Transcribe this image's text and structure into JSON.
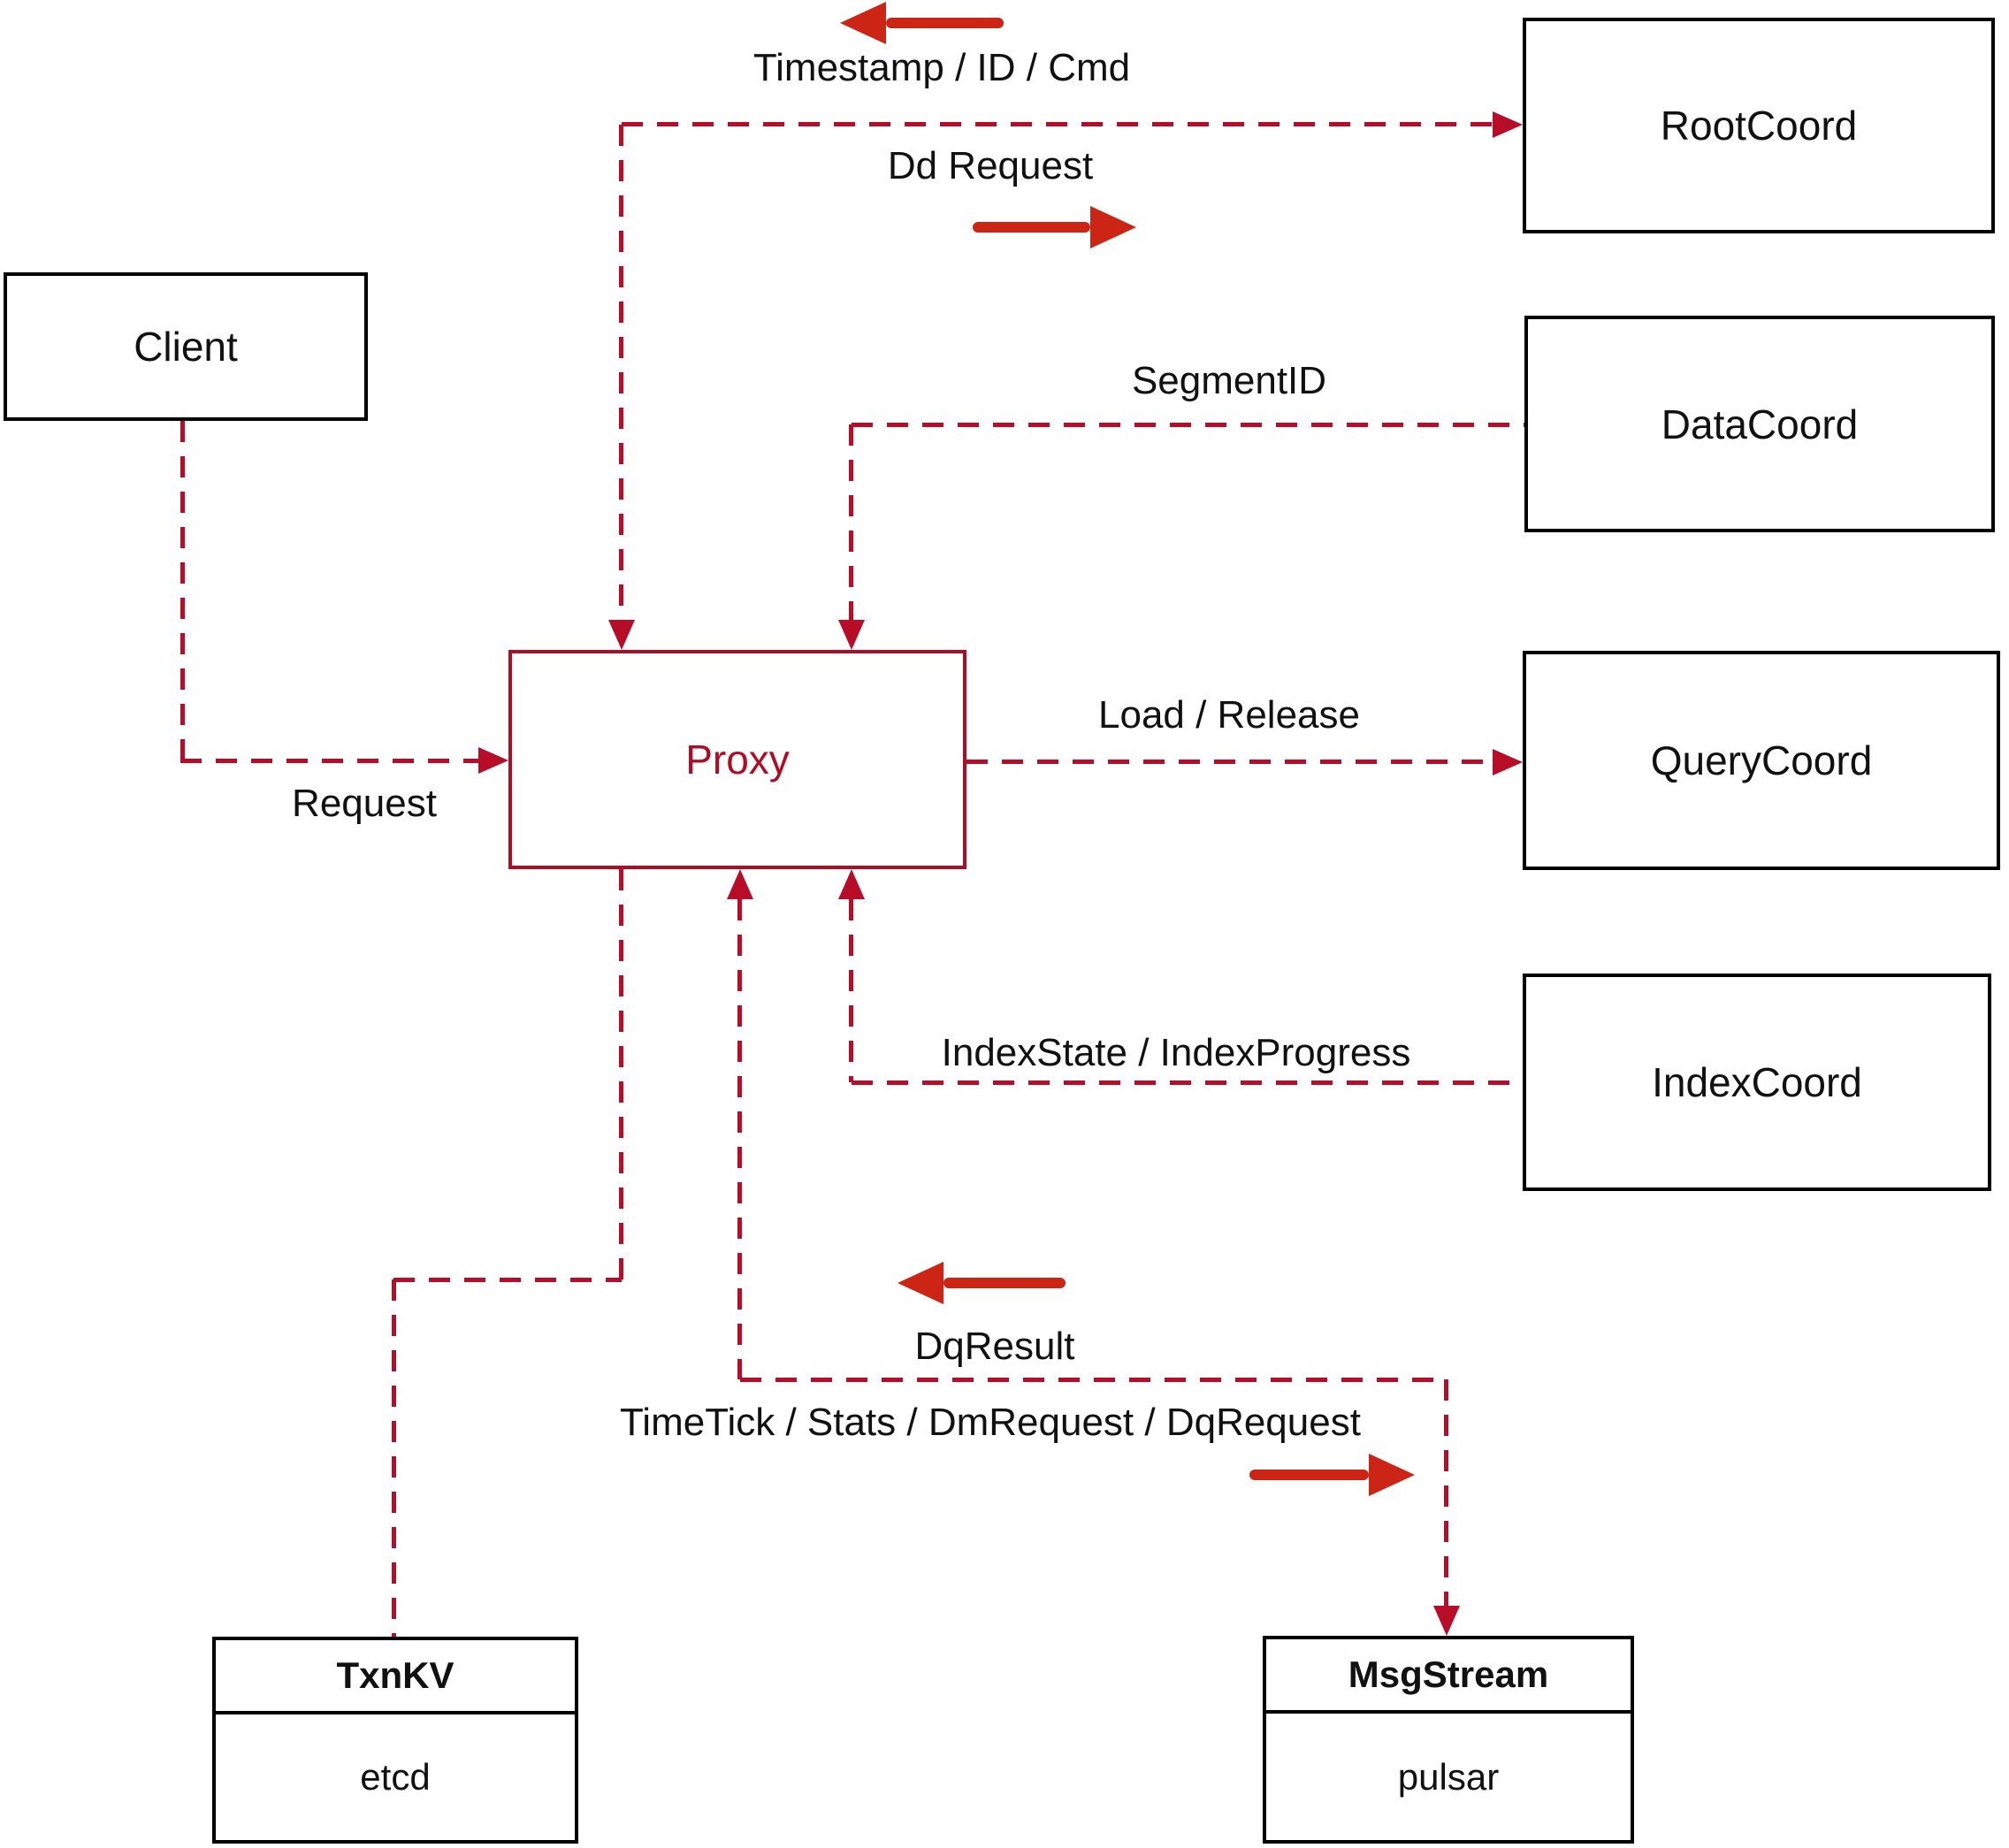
{
  "nodes": {
    "client": {
      "label": "Client"
    },
    "proxy": {
      "label": "Proxy"
    },
    "root_coord": {
      "label": "RootCoord"
    },
    "data_coord": {
      "label": "DataCoord"
    },
    "query_coord": {
      "label": "QueryCoord"
    },
    "index_coord": {
      "label": "IndexCoord"
    },
    "txn_kv": {
      "title": "TxnKV",
      "body": "etcd"
    },
    "msg_stream": {
      "title": "MsgStream",
      "body": "pulsar"
    }
  },
  "edge_labels": {
    "timestamp": "Timestamp / ID / Cmd",
    "dd_request": "Dd Request",
    "segment_id": "SegmentID",
    "load_release": "Load / Release",
    "request": "Request",
    "index_state": "IndexState / IndexProgress",
    "dq_result": "DqResult",
    "time_tick": "TimeTick / Stats / DmRequest / DqRequest"
  },
  "colors": {
    "dashed_line": "#b70d28",
    "solid_arrow": "#cc2415",
    "proxy_accent": "#b00c24",
    "box_border": "#000000",
    "text": "#111111",
    "background": "#ffffff"
  }
}
